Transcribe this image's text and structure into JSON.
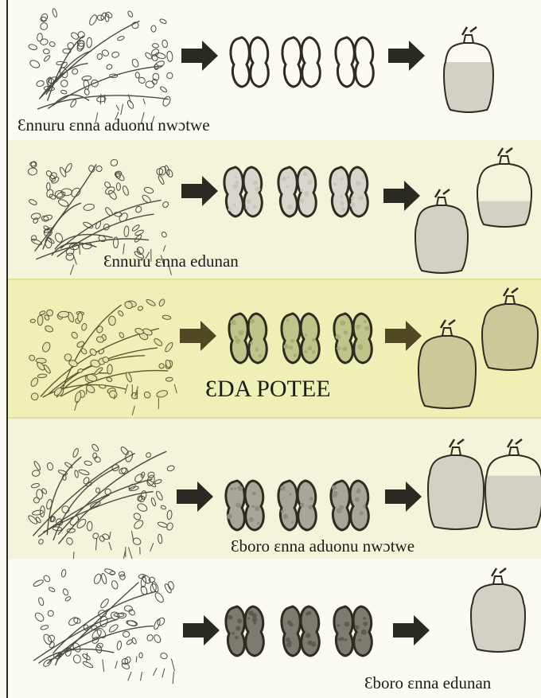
{
  "rows": [
    {
      "caption": "Ɛnnuru ɛnna aduonu nwɔtwe",
      "bags": [
        0.72
      ],
      "shade": "light"
    },
    {
      "caption": "Ɛnnuru ɛnna edunan",
      "bags": [
        1.0,
        0.4
      ],
      "shade": "medium"
    },
    {
      "caption": "ƐDA POTEE",
      "bags": [
        1.0,
        1.0
      ],
      "shade": "green"
    },
    {
      "caption": "Ɛboro ɛnna aduonu nwɔtwe",
      "bags": [
        1.0,
        0.72
      ],
      "shade": "dark"
    },
    {
      "caption": "Ɛboro ɛnna edunan",
      "bags": [
        1.0
      ],
      "shade": "darkest"
    }
  ],
  "colors": {
    "ink": "#2e2b20",
    "arrow_default": "#2b2a22",
    "arrow_green": "#4f4a24",
    "bag_fill": "#d3d1c6",
    "bag_fill_green": "#c9c99a",
    "row_highlight": "#eef0b6"
  }
}
